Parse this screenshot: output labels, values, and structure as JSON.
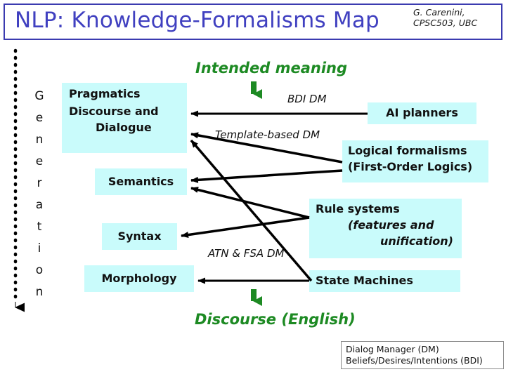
{
  "header": {
    "title": "NLP: Knowledge-Formalisms Map",
    "author_line1": "G. Carenini,",
    "author_line2": "CPSC503, UBC",
    "title_color": "#4040c0",
    "border_color": "#3b3bb0"
  },
  "axis": {
    "label": "Generation",
    "letters": [
      "G",
      "e",
      "n",
      "e",
      "r",
      "a",
      "t",
      "i",
      "o",
      "n"
    ],
    "direction": "down",
    "style": "dotted-arrow"
  },
  "flow": {
    "top_label": "Intended meaning",
    "bottom_label": "Discourse (English)",
    "label_color": "#1d8a23",
    "arrow_color": "#1d8a23"
  },
  "left_boxes": [
    {
      "id": "pragmatics",
      "lines": [
        "Pragmatics",
        "Discourse and",
        "Dialogue"
      ]
    },
    {
      "id": "semantics",
      "lines": [
        "Semantics"
      ]
    },
    {
      "id": "syntax",
      "lines": [
        "Syntax"
      ]
    },
    {
      "id": "morphology",
      "lines": [
        "Morphology"
      ]
    }
  ],
  "right_boxes": [
    {
      "id": "ai-planners",
      "lines": [
        "AI planners"
      ]
    },
    {
      "id": "logical-formalisms",
      "lines": [
        "Logical formalisms",
        "(First-Order Logics)"
      ]
    },
    {
      "id": "rule-systems",
      "lines": [
        "Rule systems",
        "(features and",
        "unification)"
      ]
    },
    {
      "id": "state-machines",
      "lines": [
        "State Machines"
      ]
    }
  ],
  "box_color": "#c9fbfb",
  "edge_labels": [
    {
      "id": "bdi-dm",
      "text": "BDI DM"
    },
    {
      "id": "template-based-dm",
      "text": "Template-based DM"
    },
    {
      "id": "atn-fsa-dm",
      "text": "ATN & FSA DM"
    }
  ],
  "legend": {
    "line1": "Dialog Manager (DM)",
    "line2": "Beliefs/Desires/Intentions (BDI)"
  }
}
